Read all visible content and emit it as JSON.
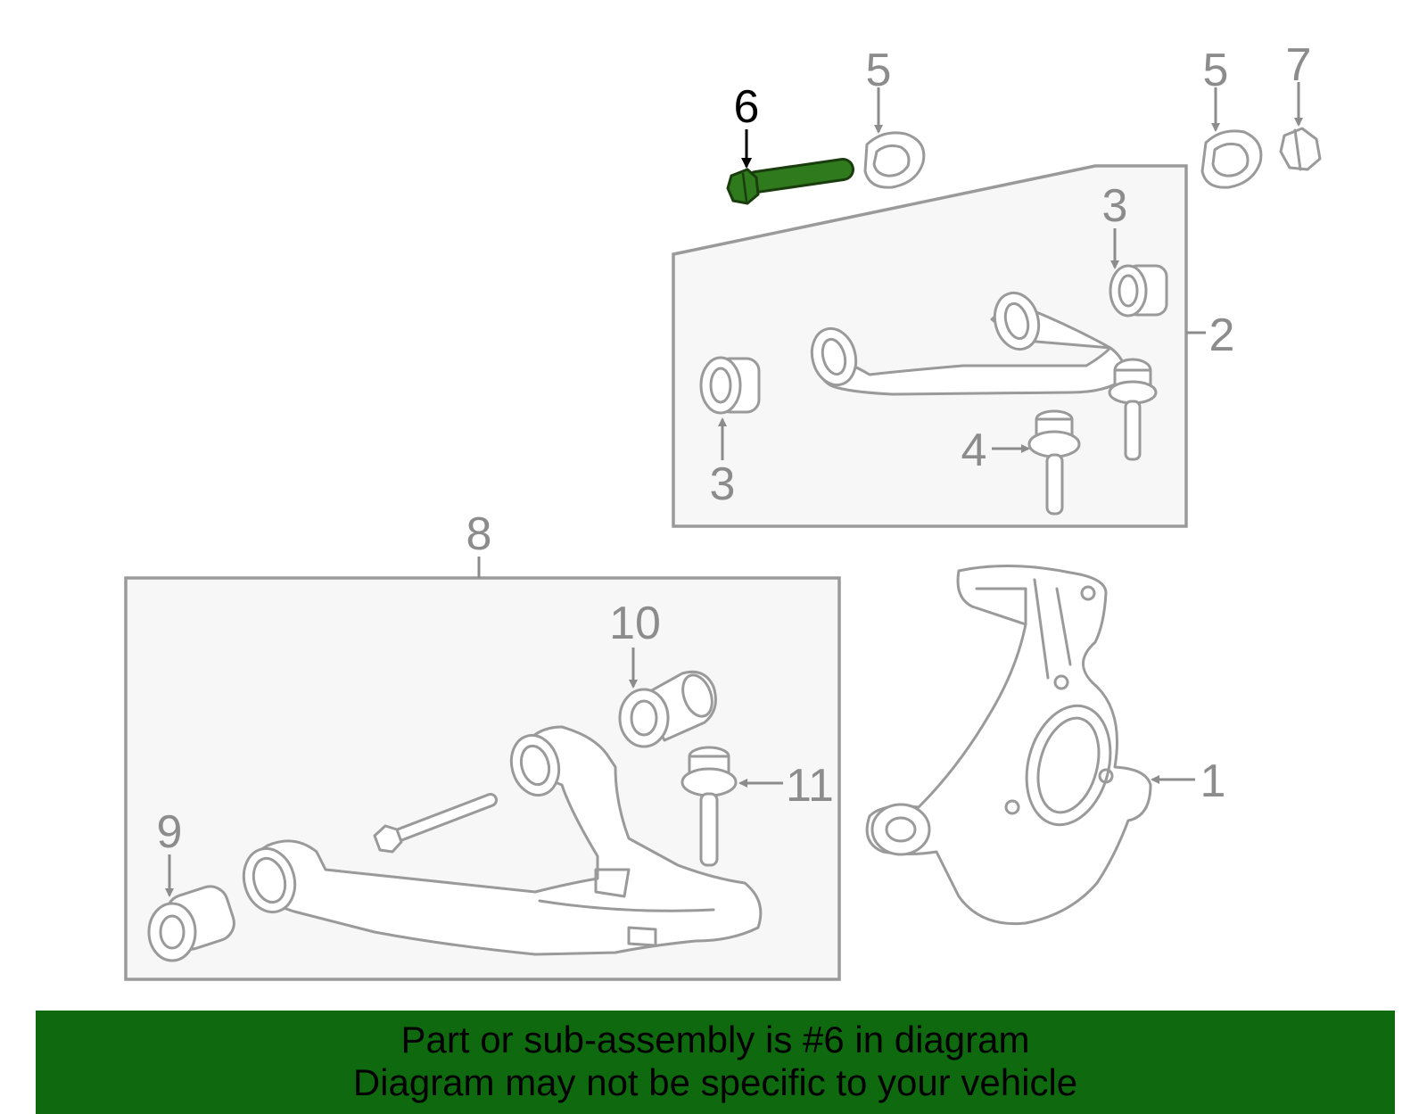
{
  "highlight_color": "#2f7a1c",
  "banner_color": "#0f6a0f",
  "callouts": {
    "c1": "1",
    "c2": "2",
    "c3a": "3",
    "c3b": "3",
    "c4": "4",
    "c5a": "5",
    "c5b": "5",
    "c6": "6",
    "c7": "7",
    "c8": "8",
    "c9": "9",
    "c10": "10",
    "c11": "11"
  },
  "banner": {
    "line1": "Part or sub-assembly is #6 in diagram",
    "line2": "Diagram may not be specific to your vehicle"
  }
}
